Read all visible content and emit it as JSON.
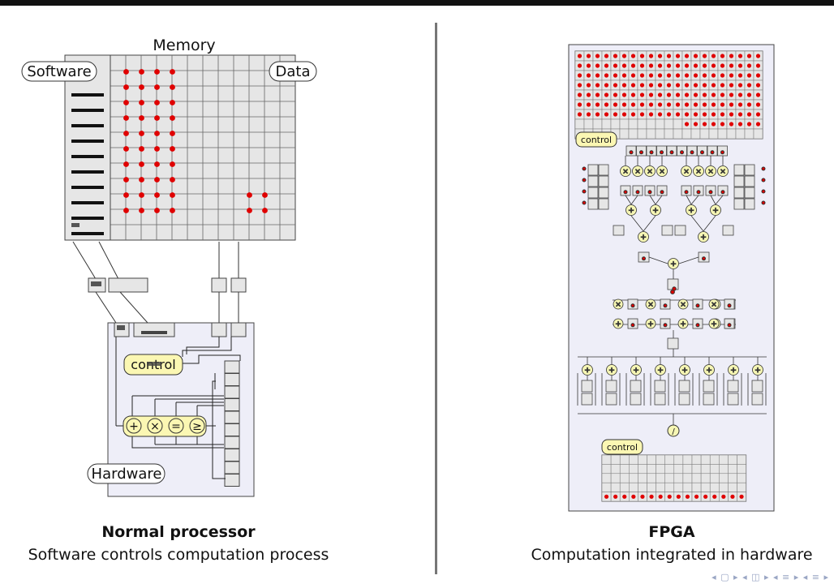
{
  "left": {
    "memory_label": "Memory",
    "software_label": "Software",
    "data_label": "Data",
    "control_label": "control",
    "hardware_label": "Hardware",
    "ops": [
      "+",
      "×",
      "=",
      "≥"
    ],
    "caption_title": "Normal processor",
    "caption_subtitle": "Software controls computation process"
  },
  "right": {
    "control_top_label": "control",
    "control_bottom_label": "control",
    "final_op": "/",
    "caption_title": "FPGA",
    "caption_subtitle": "Computation integrated in hardware"
  },
  "colors": {
    "panel_fill": "#eeeef8",
    "grid_fill": "#e6e6e6",
    "dot": "#e00000",
    "op_fill": "#f6f6b4",
    "control_fill": "#fbf7b3"
  },
  "nav": {
    "symbols": "◂ ▢ ▸ ◂ ◫ ▸ ◂ ≡ ▸ ◂ ≡ ▸"
  }
}
